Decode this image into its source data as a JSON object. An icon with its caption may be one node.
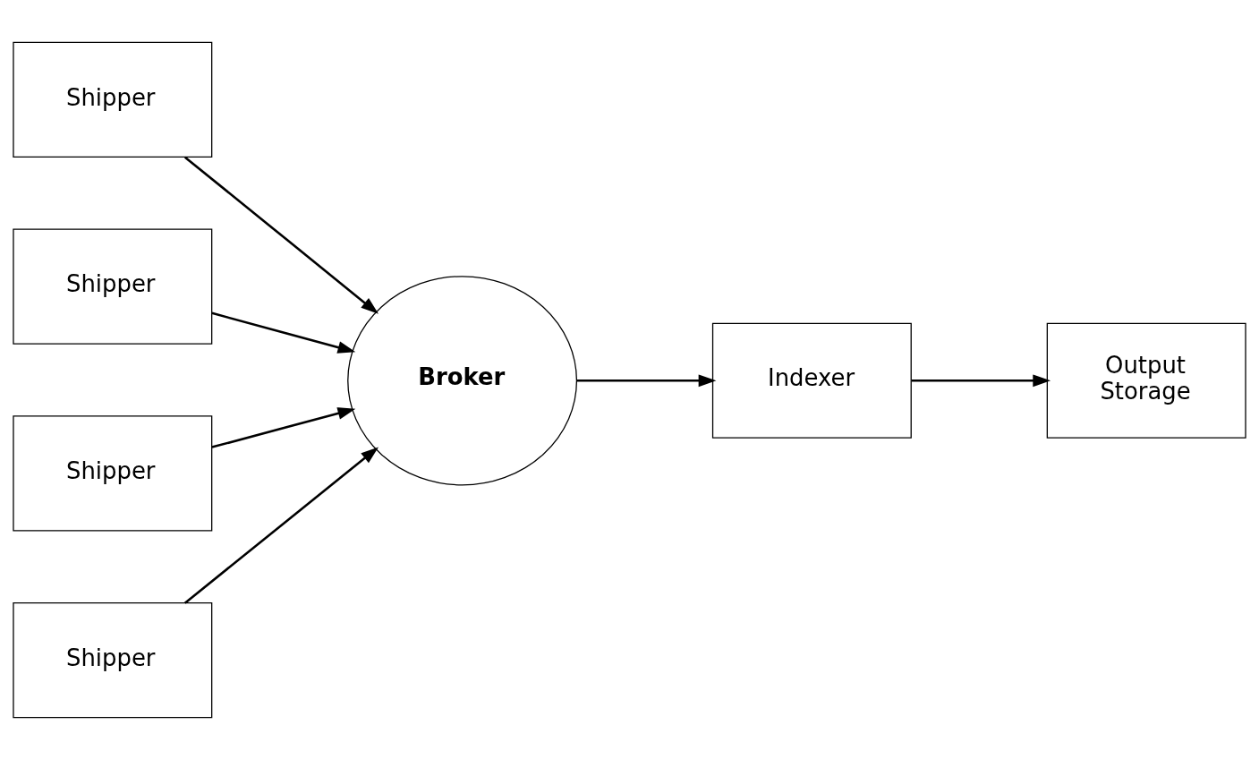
{
  "diagram": {
    "nodes": [
      {
        "text": [
          "Shipper"
        ]
      },
      {
        "text": [
          "Shipper"
        ]
      },
      {
        "text": [
          "Shipper"
        ]
      },
      {
        "text": [
          "Shipper"
        ]
      },
      {
        "text": [
          "Broker"
        ]
      },
      {
        "text": [
          "Indexer"
        ]
      },
      {
        "text": [
          "Output Storage"
        ]
      }
    ],
    "edges": [
      {
        "from": 0,
        "to": 4,
        "arrow": "to"
      },
      {
        "from": 1,
        "to": 4,
        "arrow": "to"
      },
      {
        "from": 2,
        "to": 4,
        "arrow": "to"
      },
      {
        "from": 3,
        "to": 4,
        "arrow": "to"
      },
      {
        "from": 4,
        "to": 5,
        "arrow": "to"
      },
      {
        "from": 5,
        "to": 6,
        "arrow": "to"
      }
    ]
  }
}
